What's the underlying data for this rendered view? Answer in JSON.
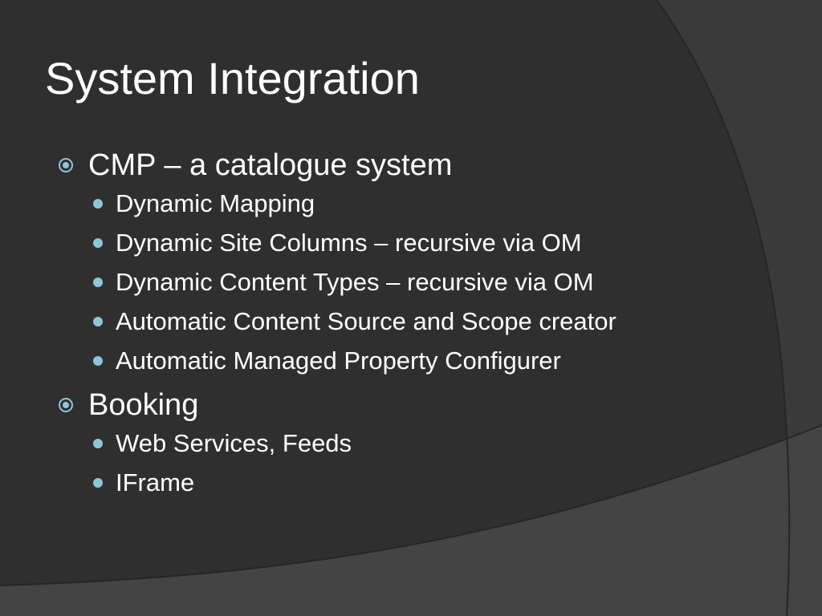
{
  "slide": {
    "title": "System Integration",
    "colors": {
      "background": "#2f2f2f",
      "panel_right": "#3a3a3a",
      "panel_bottom": "#454545",
      "bullet_accent": "#8fc5da",
      "text": "#ffffff"
    },
    "bullets": [
      {
        "text": "CMP – a catalogue system",
        "icon": "target-circle-icon",
        "children": [
          {
            "text": "Dynamic Mapping"
          },
          {
            "text": "Dynamic Site Columns – recursive via OM"
          },
          {
            "text": "Dynamic Content Types – recursive via OM"
          },
          {
            "text": "Automatic Content Source and Scope creator"
          },
          {
            "text": "Automatic Managed Property Configurer"
          }
        ]
      },
      {
        "text": "Booking",
        "icon": "target-circle-icon",
        "children": [
          {
            "text": "Web Services, Feeds"
          },
          {
            "text": "IFrame"
          }
        ]
      }
    ]
  }
}
